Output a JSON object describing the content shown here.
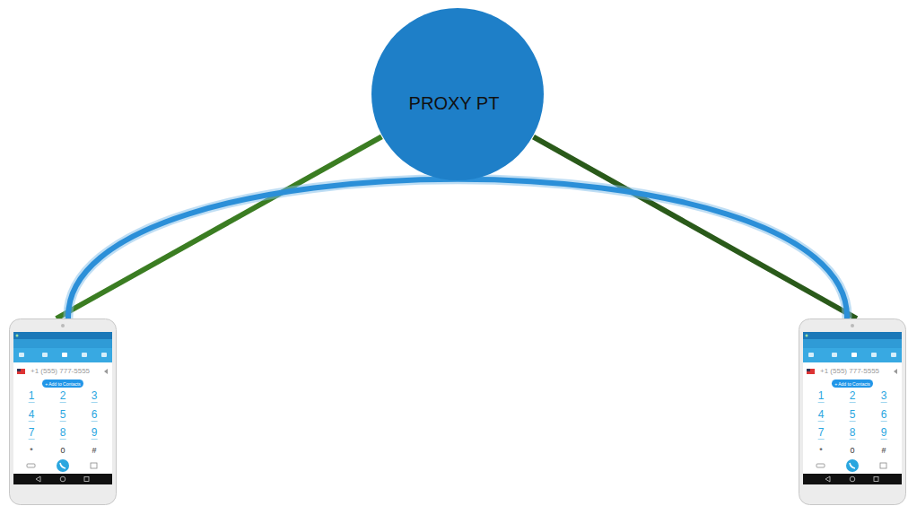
{
  "diagram": {
    "nodes": [
      {
        "text": [
          "PROXY PT"
        ]
      },
      {
        "text": [
          "+1 (555) 777-5555",
          "+ Add to Contacts",
          "1",
          "2",
          "3",
          "4",
          "5",
          "6",
          "7",
          "8",
          "9",
          "*",
          "0",
          "#"
        ]
      },
      {
        "text": [
          "+1 (555) 777-5555",
          "+ Add to Contacts",
          "1",
          "2",
          "3",
          "4",
          "5",
          "6",
          "7",
          "8",
          "9",
          "*",
          "0",
          "#"
        ]
      }
    ],
    "edges": [
      {
        "from": 0,
        "to": 1,
        "arrow": "none"
      },
      {
        "from": 0,
        "to": 2,
        "arrow": "none"
      },
      {
        "from": 1,
        "to": 2,
        "arrow": "none"
      }
    ]
  }
}
